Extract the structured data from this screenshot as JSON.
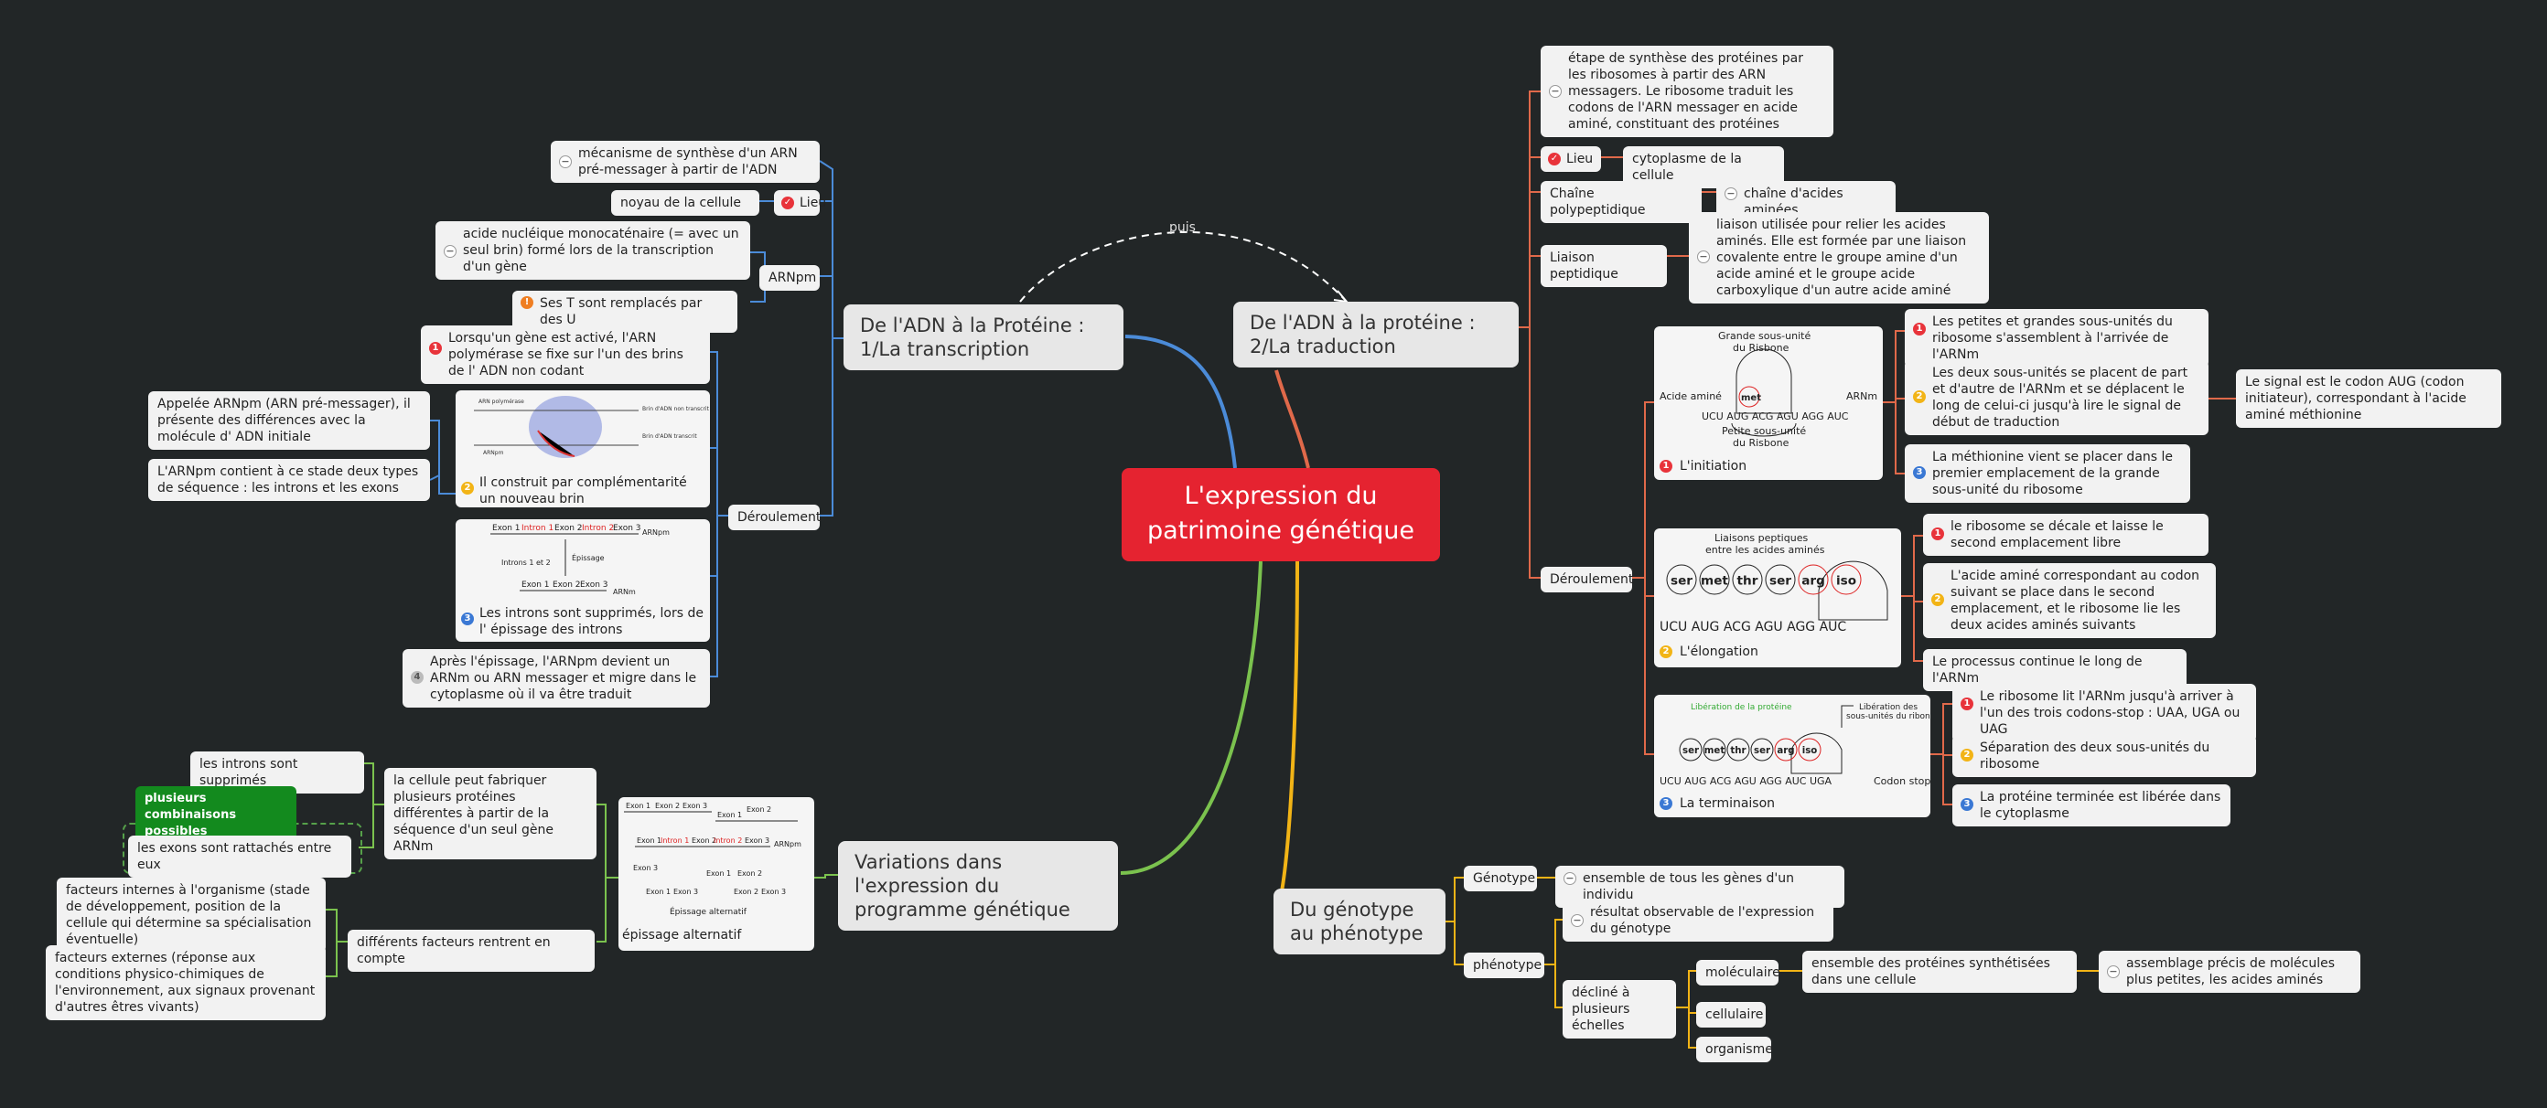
{
  "colors": {
    "background": "#222627",
    "root": "#e52330",
    "blue": "#4b8bd8",
    "red": "#e0694a",
    "green": "#7bc24e",
    "yellow": "#f2b416",
    "node": "#f2f2f2"
  },
  "root": {
    "title": "L'expression du patrimoine génétique"
  },
  "relation": {
    "label": "puis"
  },
  "transcription": {
    "title": "De l'ADN à la Protéine : 1/La transcription",
    "definition": "mécanisme de synthèse d'un ARN pré-messager à partir de l'ADN",
    "lieu_label": "Lieu",
    "lieu_value": "noyau de la cellule",
    "arnpm_label": "ARNpm",
    "arnpm_def": "acide nucléique monocaténaire (= avec un seul brin) formé lors de la transcription d'un gène",
    "arnpm_t": "Ses T sont remplacés par des U",
    "deroulement_label": "Déroulement",
    "step1": "Lorsqu'un gène est activé, l'ARN polymérase se fixe sur l'un des brins de l' ADN non codant",
    "step2": "Il construit par complémentarité un nouveau brin",
    "step2_note1": "Appelée ARNpm (ARN pré-messager), il présente des différences avec la molécule d' ADN initiale",
    "step2_note2": "L'ARNpm contient à ce stade deux types de séquence : les introns et les exons",
    "step3": "Les introns sont supprimés, lors de l' épissage des introns",
    "step4": "Après l'épissage, l'ARNpm devient un ARNm ou ARN messager et migre dans le cytoplasme où il va être traduit",
    "fig2": {
      "l1": "ARN polymérase",
      "l2": "Brin d'ADN non transcrit",
      "l3": "Brin d'ADN transcrit",
      "l4": "ARNpm"
    },
    "fig3": {
      "exon1": "Exon 1",
      "intron1": "Intron 1",
      "exon2": "Exon 2",
      "intron2": "Intron 2",
      "exon3": "Exon 3",
      "arnpm": "ARNpm",
      "epissage": "Épissage",
      "introns": "Introns 1 et 2",
      "arnm": "ARNm"
    }
  },
  "traduction": {
    "title": "De l'ADN à la protéine : 2/La traduction",
    "definition": "étape de synthèse des protéines par les ribosomes à partir des ARN messagers. Le ribosome traduit les codons de l'ARN messager en acide aminé, constituant des protéines",
    "lieu_label": "Lieu",
    "lieu_value": "cytoplasme de la cellule",
    "chaine_label": "Chaîne polypeptidique",
    "chaine_value": "chaîne d'acides aminées",
    "liaison_label": "Liaison peptidique",
    "liaison_value": "liaison utilisée pour relier les acides aminés. Elle est formée par une liaison covalente entre le groupe amine d'un acide aminé et le groupe acide carboxylique d'un autre acide aminé",
    "deroulement_label": "Déroulement",
    "initiation": {
      "label": "L'initiation",
      "s1": "Les petites et grandes sous-unités du ribosome s'assemblent à l'arrivée de l'ARNm",
      "s2": "Les deux sous-unités se placent de part et d'autre de l'ARNm et se déplacent le long de celui-ci jusqu'à lire le signal de début de traduction",
      "s2_note": "Le signal est le codon AUG (codon initiateur), correspondant à l'acide aminé méthionine",
      "s3": "La méthionine vient se placer dans le premier emplacement de la grande sous-unité du ribosome",
      "fig": {
        "grande": "Grande sous-unité",
        "du1": "du Risbone",
        "petite": "Petite sous-unité",
        "du2": "du Risbone",
        "acide": "Acide aminé",
        "arnm": "ARNm",
        "met": "met",
        "seq": "UCU AUG ACG AGU AGG AUC"
      }
    },
    "elongation": {
      "label": "L'élongation",
      "s1": "le ribosome se décale et laisse le second emplacement libre",
      "s2": "L'acide aminé correspondant au codon suivant se place dans le second emplacement, et le ribosome lie les deux acides aminés suivants",
      "s3": "Le processus continue le long de l'ARNm",
      "fig": {
        "liaisons": "Liaisons peptiques",
        "entre": "entre les acides aminés",
        "aa": [
          "ser",
          "met",
          "thr",
          "ser",
          "arg",
          "iso"
        ],
        "seq": "UCU AUG  ACG AGU AGG AUC"
      }
    },
    "terminaison": {
      "label": "La terminaison",
      "s1": "Le ribosome lit l'ARNm jusqu'à arriver à l'un des trois codons-stop : UAA, UGA ou UAG",
      "s2": "Séparation des deux sous-unités du ribosome",
      "s3": "La protéine terminée est libérée dans le cytoplasme",
      "fig": {
        "lib_prot": "Libération de la protéine",
        "lib_sous1": "Libération des",
        "lib_sous2": "sous-unités du ribone",
        "aa": [
          "ser",
          "met",
          "thr",
          "ser",
          "arg",
          "iso"
        ],
        "seq": "UCU AUG  ACG AGU AGG AUC UGA",
        "stop": "Codon stop"
      }
    }
  },
  "variations": {
    "title": "Variations dans l'expression du programme génétique",
    "epissage_label": "épissage alternatif",
    "cellule": "la cellule peut fabriquer plusieurs protéines différentes à partir de la séquence d'un seul gène ARNm",
    "introns": "les introns sont supprimés",
    "combinaisons": "plusieurs combinaisons possibles",
    "exons": "les exons sont rattachés entre eux",
    "facteurs": "différents facteurs rentrent en compte",
    "internes": "facteurs internes à l'organisme (stade de développement, position de la cellule qui détermine sa spécialisation éventuelle)",
    "externes": "facteurs externes (réponse aux conditions physico-chimiques de l'environnement, aux signaux provenant d'autres êtres vivants)",
    "fig": {
      "e1": "Exon 1",
      "e2": "Exon 2",
      "e3": "Exon 3",
      "i1": "Intron 1",
      "i2": "Intron 2",
      "arnpm": "ARNpm",
      "caption": "Épissage alternatif"
    }
  },
  "genotype": {
    "title": "Du génotype au phénotype",
    "genotype_label": "Génotype",
    "genotype_def": "ensemble de tous les gènes d'un individu",
    "phenotype_label": "phénotype",
    "phenotype_def": "résultat observable de l'expression du génotype",
    "echelles": "décliné à plusieurs échelles",
    "moleculaire": "moléculaire",
    "moleculaire_def": "ensemble des protéines synthétisées dans une cellule",
    "moleculaire_def2": "assemblage précis de molécules plus petites, les acides aminés",
    "cellulaire": "cellulaire",
    "organisme": "organisme"
  },
  "icons": {
    "priority1": "priority-1-icon",
    "priority2": "priority-2-icon",
    "priority3": "priority-3-icon",
    "priority4": "priority-4-icon",
    "minus": "minus-icon",
    "flag": "flag-icon"
  }
}
